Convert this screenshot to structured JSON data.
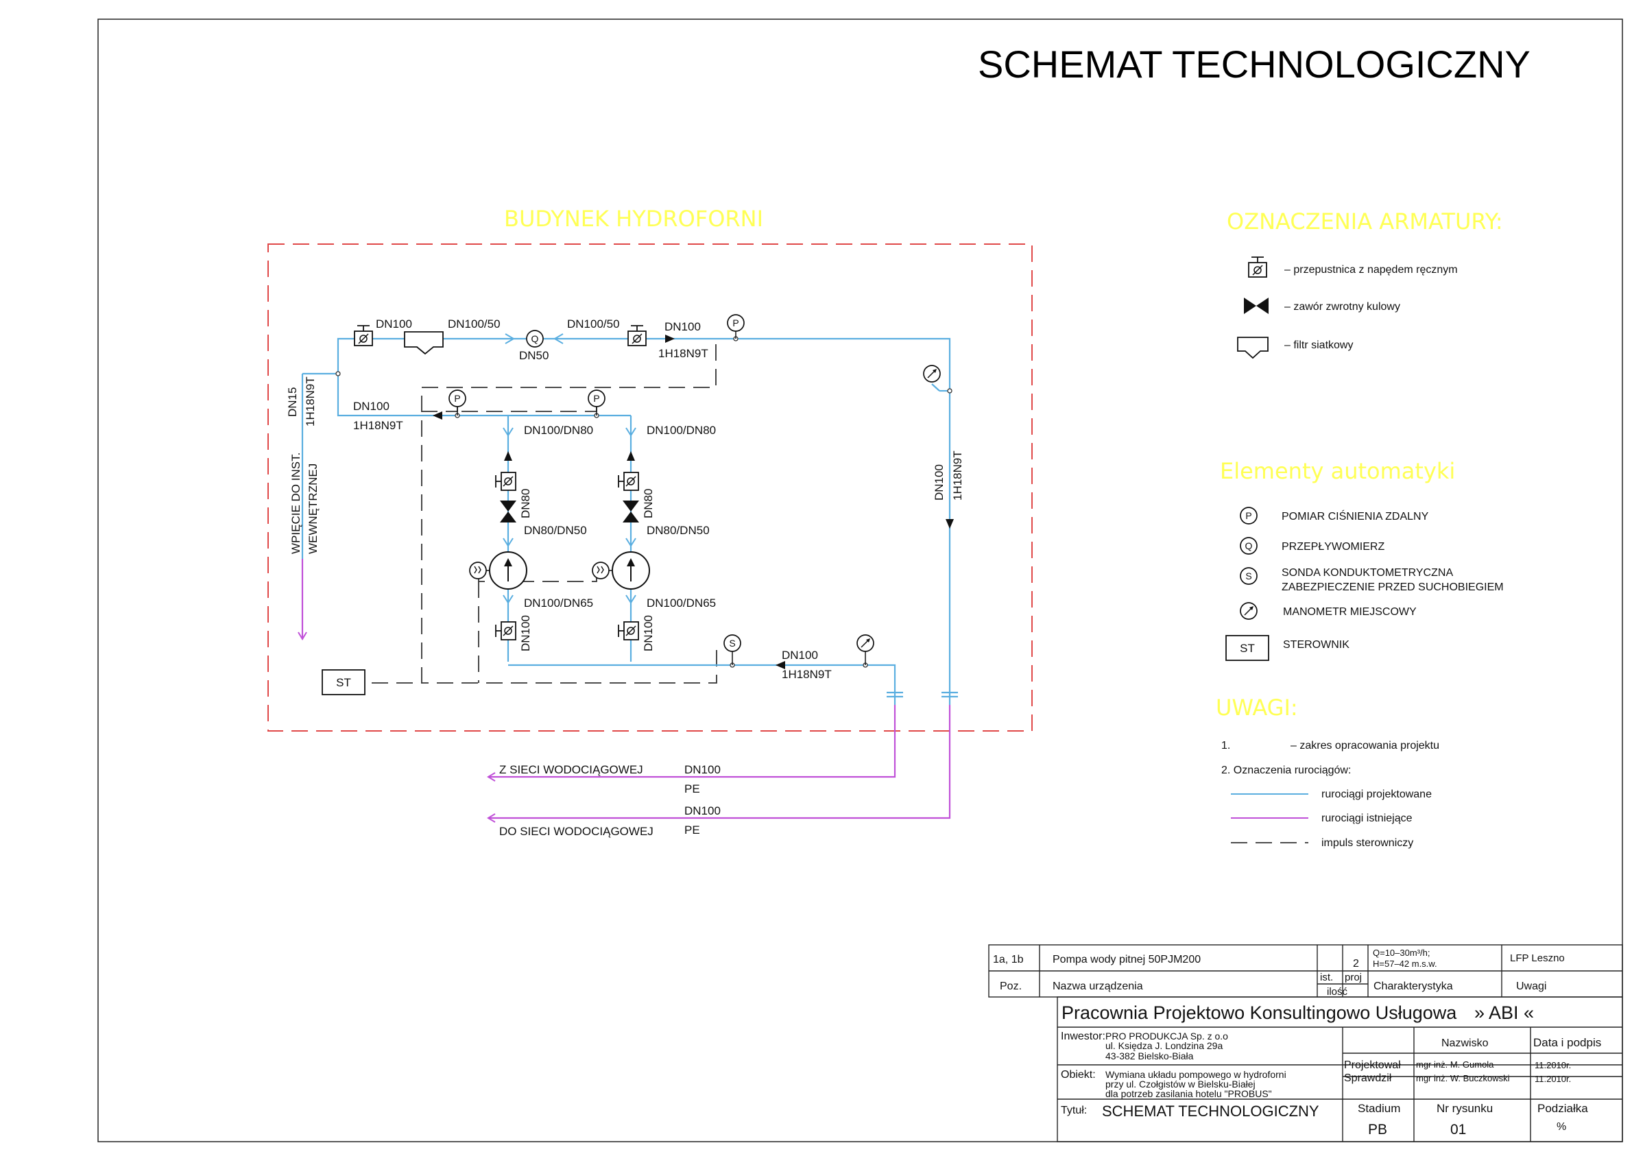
{
  "title": "SCHEMAT TECHNOLOGICZNY",
  "building_label": "BUDYNEK HYDROFORNI",
  "pipe_labels": {
    "dn100": "DN100",
    "dn100_50": "DN100/50",
    "dn50": "DN50",
    "dn100_80": "DN100/DN80",
    "dn80": "DN80",
    "dn80_50": "DN80/DN50",
    "dn100_65": "DN100/DN65",
    "dn15": "DN15",
    "material": "1H18N9T",
    "pe": "PE"
  },
  "inlet_label": "Z SIECI WODOCIĄGOWEJ",
  "outlet_label": "DO SIECI WODOCIĄGOWEJ",
  "internal_label_1": "WPIĘCIE DO INST.",
  "internal_label_2": "WEWNĘTRZNEJ",
  "controller_label": "ST",
  "symbol_letters": {
    "pressure": "P",
    "flow": "Q",
    "probe": "S"
  },
  "legend_fittings": {
    "heading": "OZNACZENIA ARMATURY:",
    "items": [
      "– przepustnica z napędem ręcznym",
      "– zawór zwrotny kulowy",
      "– filtr siatkowy"
    ]
  },
  "legend_automation": {
    "heading": "Elementy automatyki",
    "items": [
      {
        "symbol": "P",
        "text": "POMIAR CIŚNIENIA ZDALNY"
      },
      {
        "symbol": "Q",
        "text": "PRZEPŁYWOMIERZ"
      },
      {
        "symbol": "S",
        "text": "SONDA KONDUKTOMETRYCZNA",
        "text2": "ZABEZPIECZENIE PRZED SUCHOBIEGIEM"
      },
      {
        "symbol": "",
        "text": "MANOMETR MIEJSCOWY"
      },
      {
        "symbol": "ST",
        "text": "STEROWNIK"
      }
    ]
  },
  "notes": {
    "heading": "UWAGI:",
    "n1": "1.",
    "n1_text": "– zakres opracowania projektu",
    "n2": "2.  Oznaczenia rurociągów:",
    "lines": [
      "rurociągi projektowane",
      "rurociągi istniejące",
      "impuls sterowniczy"
    ]
  },
  "equipment_table": {
    "pos": "1a, 1b",
    "name": "Pompa wody pitnej 50PJM200",
    "qty": "2",
    "char1": "Q=10–30m³/h;",
    "char2": "H=57–42 m.s.w.",
    "remarks": "LFP Leszno",
    "h_pos": "Poz.",
    "h_name": "Nazwa urządzenia",
    "h_ist": "ist.",
    "h_proj": "proj",
    "h_qty": "ilość",
    "h_char": "Charakterystyka",
    "h_remarks": "Uwagi"
  },
  "title_block": {
    "company": "Pracownia Projektowo Konsultingowo Usługowa",
    "brand": "» ABI «",
    "investor_label": "Inwestor:",
    "investor": [
      "PRO PRODUKCJA Sp. z o.o",
      "ul. Księdza J. Londzina 29a",
      "43-382 Bielsko-Biała"
    ],
    "object_label": "Obiekt:",
    "object": [
      "Wymiana układu pompowego w hydroforni",
      "przy ul. Czołgistów w Bielsku-Białej",
      "dla potrzeb zasilania hotelu \"PROBUS\""
    ],
    "h_name": "Nazwisko",
    "h_date": "Data i podpis",
    "designed_label": "Projektował",
    "designed_by": "mgr inż. M. Gumola",
    "designed_date": "11.2010r.",
    "checked_label": "Sprawdził",
    "checked_by": "mgr inż. W. Buczkowski",
    "checked_date": "11.2010r.",
    "drawing_title_label": "Tytuł:",
    "drawing_title": "SCHEMAT TECHNOLOGICZNY",
    "h_stage": "Stadium",
    "stage": "PB",
    "h_drawing_no": "Nr rysunku",
    "drawing_no": "01",
    "h_scale": "Podziałka",
    "scale": "%"
  },
  "colors": {
    "designed_pipe": "#5aaee0",
    "existing_pipe": "#c050d8",
    "impulse": "#333333",
    "building_border": "#e04848",
    "heading_yellow": "#ffff55"
  }
}
